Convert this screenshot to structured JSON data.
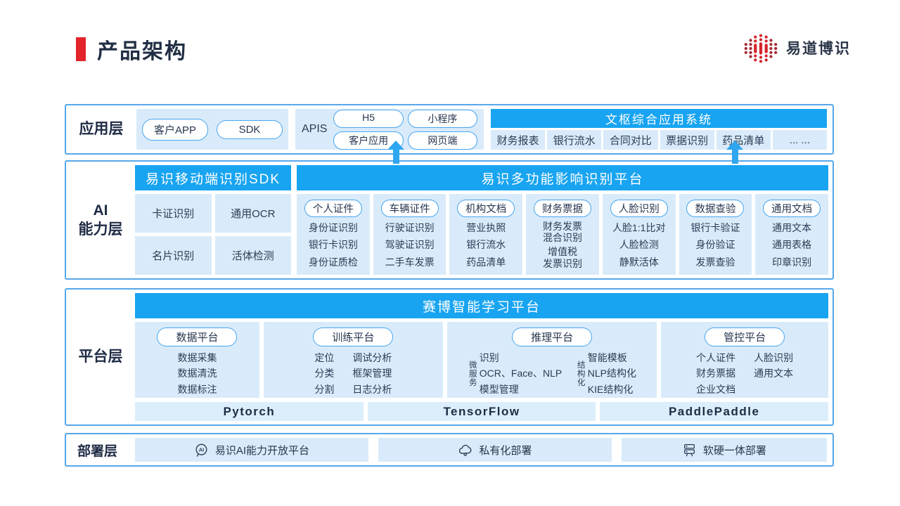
{
  "colors": {
    "accent_red": "#e3242b",
    "header_blue": "#18a4f1",
    "panel_blue": "#d9ebfa",
    "border_blue": "#57a7ea"
  },
  "page": {
    "title": "产品架构",
    "logo_text": "易道博识"
  },
  "app_layer": {
    "label": "应用层",
    "client_pills": [
      "客户APP",
      "SDK"
    ],
    "apis_label": "APIS",
    "apis_pills": [
      "H5",
      "小程序",
      "客户应用",
      "网页端"
    ],
    "wenshu": {
      "header": "文枢综合应用系统",
      "cells": [
        "财务报表",
        "银行流水",
        "合同对比",
        "票据识别",
        "药品清单",
        "... ..."
      ]
    }
  },
  "ai_layer": {
    "label_line1": "AI",
    "label_line2": "能力层",
    "sdk": {
      "header": "易识移动端识别SDK",
      "cells": [
        "卡证识别",
        "通用OCR",
        "名片识别",
        "活体检测"
      ]
    },
    "platform": {
      "header": "易识多功能影响识别平台",
      "columns": [
        {
          "pill": "个人证件",
          "items": [
            "身份证识别",
            "银行卡识别",
            "身份证质检"
          ]
        },
        {
          "pill": "车辆证件",
          "items": [
            "行驶证识别",
            "驾驶证识别",
            "二手车发票"
          ]
        },
        {
          "pill": "机构文档",
          "items": [
            "营业执照",
            "银行流水",
            "药品清单"
          ]
        },
        {
          "pill": "财务票据",
          "items": [
            "财务发票\n混合识别",
            "增值税\n发票识别"
          ]
        },
        {
          "pill": "人脸识别",
          "items": [
            "人脸1:1比对",
            "人脸检测",
            "静默活体"
          ]
        },
        {
          "pill": "数据查验",
          "items": [
            "银行卡验证",
            "身份验证",
            "发票查验"
          ]
        },
        {
          "pill": "通用文档",
          "items": [
            "通用文本",
            "通用表格",
            "印章识别"
          ]
        }
      ]
    }
  },
  "platform_layer": {
    "label": "平台层",
    "header": "赛博智能学习平台",
    "data_panel": {
      "pill": "数据平台",
      "items": [
        "数据采集",
        "数据清洗",
        "数据标注"
      ]
    },
    "train_panel": {
      "pill": "训练平台",
      "col1": [
        "定位",
        "分类",
        "分割"
      ],
      "col2": [
        "调试分析",
        "框架管理",
        "日志分析"
      ]
    },
    "infer_panel": {
      "pill": "推理平台",
      "groups": [
        {
          "vlabel": "微服务",
          "items": [
            "识别",
            "OCR、Face、NLP",
            "模型管理"
          ]
        },
        {
          "vlabel": "结构化",
          "items": [
            "智能模板",
            "NLP结构化",
            "KIE结构化"
          ]
        }
      ]
    },
    "control_panel": {
      "pill": "管控平台",
      "col1": [
        "个人证件",
        "财务票据",
        "企业文档"
      ],
      "col2": [
        "人脸识别",
        "通用文本"
      ]
    },
    "frameworks": [
      "Pytorch",
      "TensorFlow",
      "PaddlePaddle"
    ]
  },
  "deploy_layer": {
    "label": "部署层",
    "boxes": [
      {
        "icon": "ai-head-icon",
        "text": "易识AI能力开放平台"
      },
      {
        "icon": "cloud-icon",
        "text": "私有化部署"
      },
      {
        "icon": "server-icon",
        "text": "软硬一体部署"
      }
    ]
  }
}
